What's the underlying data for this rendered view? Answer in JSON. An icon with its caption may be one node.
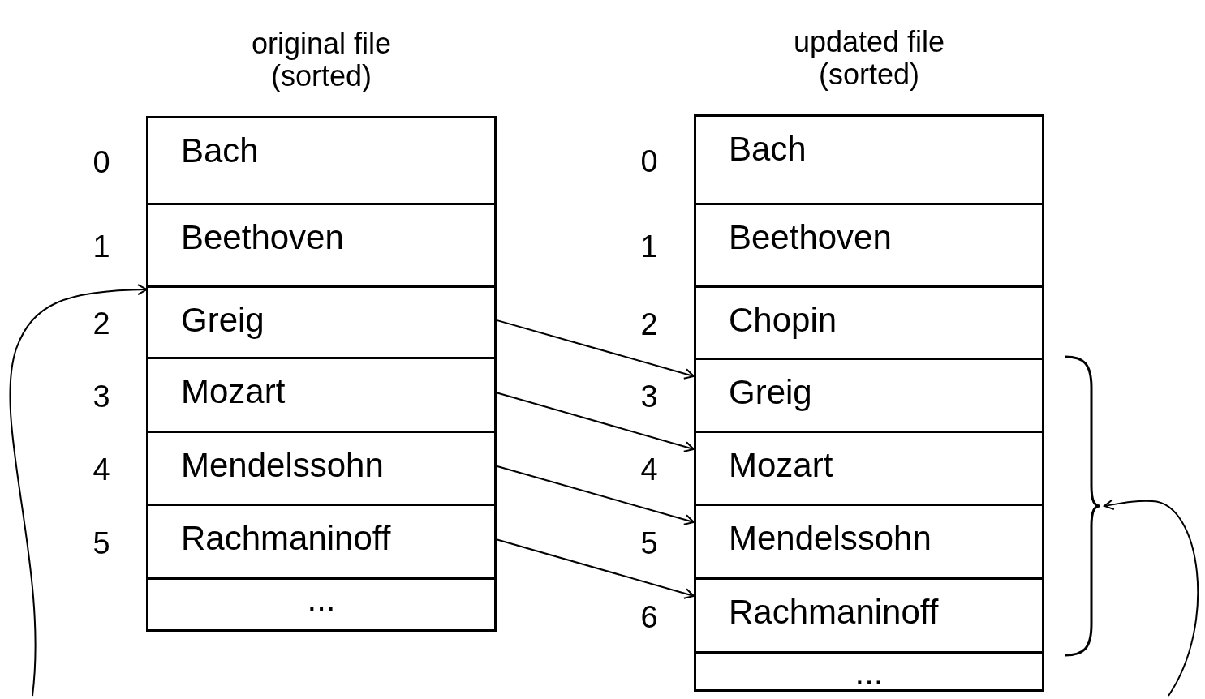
{
  "diagram": {
    "nodes": [
      {
        "text": [
          "original file (sorted)"
        ]
      },
      {
        "text": [
          "Bach"
        ],
        "in": 0,
        "beside": [
          "0"
        ]
      },
      {
        "text": [
          "Beethoven"
        ],
        "in": 0,
        "beside": [
          "1"
        ]
      },
      {
        "text": [
          "Greig"
        ],
        "in": 0,
        "beside": [
          "2"
        ]
      },
      {
        "text": [
          "Mozart"
        ],
        "in": 0,
        "beside": [
          "3"
        ]
      },
      {
        "text": [
          "Mendelssohn"
        ],
        "in": 0,
        "beside": [
          "4"
        ]
      },
      {
        "text": [
          "Rachmaninoff"
        ],
        "in": 0,
        "beside": [
          "5"
        ]
      },
      {
        "text": [
          "..."
        ],
        "in": 0
      },
      {
        "text": [
          "updated file (sorted)"
        ]
      },
      {
        "text": [
          "Bach"
        ],
        "in": 8,
        "beside": [
          "0"
        ]
      },
      {
        "text": [
          "Beethoven"
        ],
        "in": 8,
        "beside": [
          "1"
        ]
      },
      {
        "text": [
          "Chopin"
        ],
        "in": 8,
        "beside": [
          "2"
        ]
      },
      {
        "text": [
          "Greig"
        ],
        "in": 8,
        "beside": [
          "3"
        ]
      },
      {
        "text": [
          "Mozart"
        ],
        "in": 8,
        "beside": [
          "4"
        ]
      },
      {
        "text": [
          "Mendelssohn"
        ],
        "in": 8,
        "beside": [
          "5"
        ]
      },
      {
        "text": [
          "Rachmaninoff"
        ],
        "in": 8,
        "beside": [
          "6"
        ]
      },
      {
        "text": [
          "..."
        ],
        "in": 8
      },
      {
        "text": [],
        "shape": "bracket"
      }
    ],
    "edges": [
      {
        "from": 3,
        "to": 12,
        "arrow": "to"
      },
      {
        "from": 4,
        "to": 13,
        "arrow": "to"
      },
      {
        "from": 5,
        "to": 14,
        "arrow": "to"
      },
      {
        "from": 6,
        "to": 15,
        "arrow": "to"
      },
      {
        "from": null,
        "to": 3,
        "arrow": "to"
      },
      {
        "from": null,
        "to": 17,
        "arrow": "to"
      }
    ]
  }
}
